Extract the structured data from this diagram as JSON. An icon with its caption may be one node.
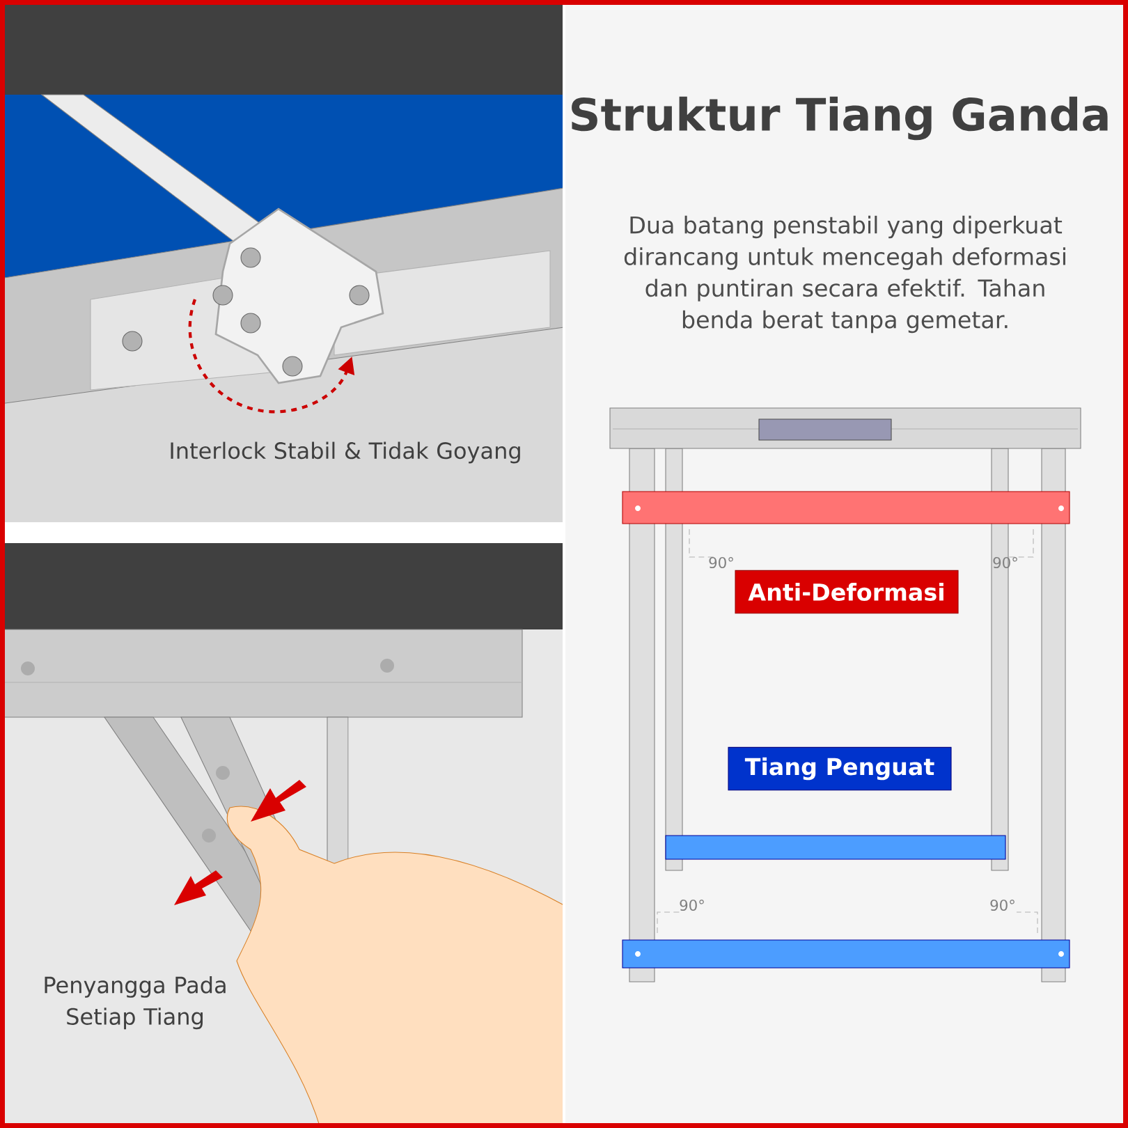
{
  "diagram": {
    "title": "Struktur Tiang Ganda",
    "nodes": [
      {
        "text": [
          "Anti-Deformasi"
        ]
      },
      {
        "text": [
          "Tiang Penguat"
        ]
      }
    ],
    "labels": [
      "Dua batang penstabil yang diperkuat dirancang untuk mencegah deformasi dan puntiran secara efektif. Tahan benda berat tanpa gemetar.",
      "Interlock Stabil & Tidak Goyang",
      "90°",
      "90°",
      "90°",
      "90°",
      "Penyangga Pada Setiap Tiang"
    ]
  }
}
